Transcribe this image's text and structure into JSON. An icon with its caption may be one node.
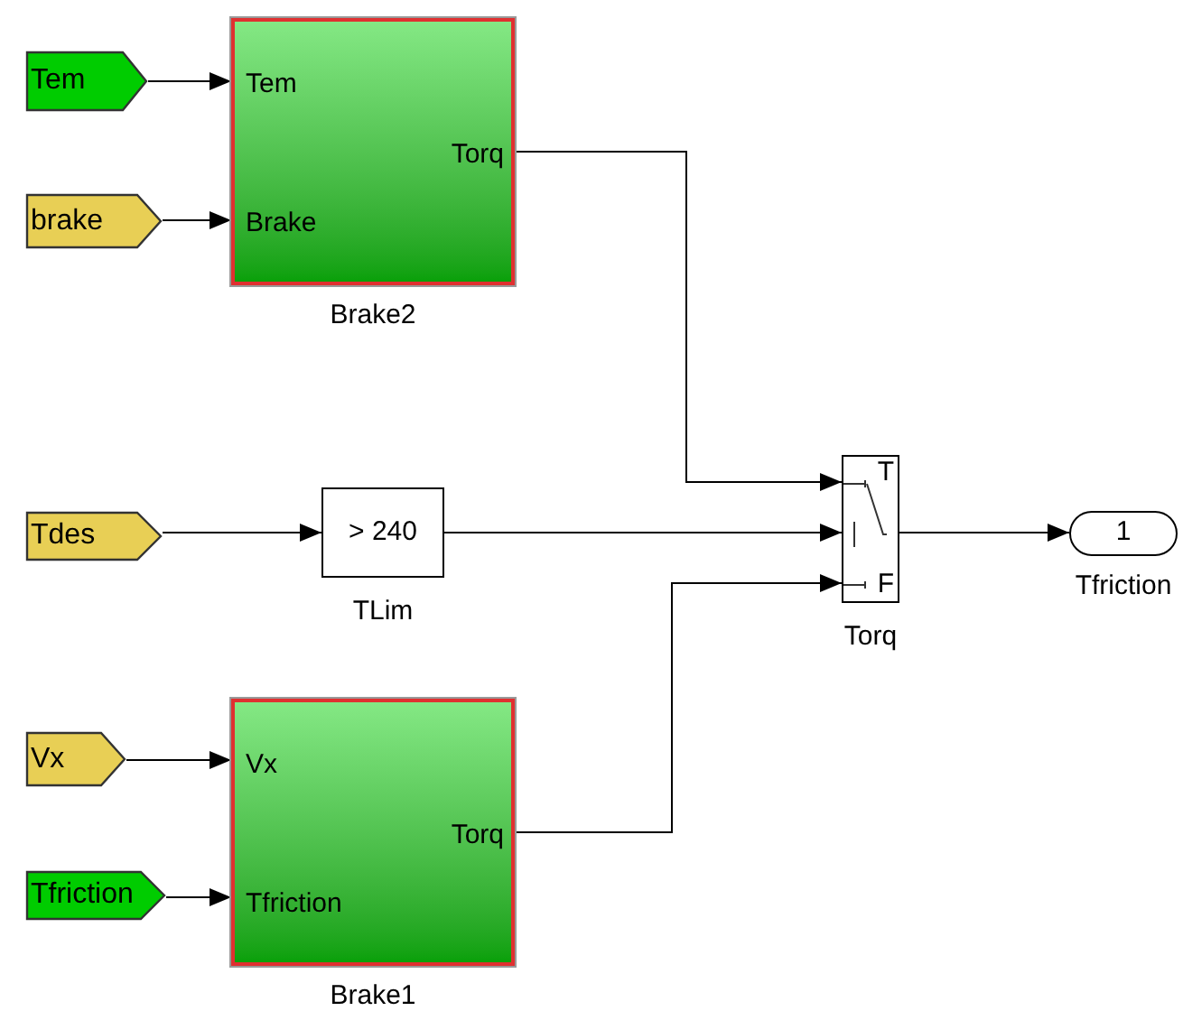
{
  "diagram": {
    "nodes": [
      {
        "text": [
          "Tem"
        ]
      },
      {
        "text": [
          "brake"
        ]
      },
      {
        "text": [
          "Tem",
          "Brake",
          "Torq"
        ],
        "beside": [
          "Brake2"
        ]
      },
      {
        "text": [
          "Tdes"
        ]
      },
      {
        "text": [
          "> 240"
        ],
        "beside": [
          "TLim"
        ]
      },
      {
        "text": [
          "T",
          "F"
        ],
        "beside": [
          "Torq"
        ]
      },
      {
        "text": [
          "1"
        ],
        "beside": [
          "Tfriction"
        ]
      },
      {
        "text": [
          "Vx"
        ]
      },
      {
        "text": [
          "Tfriction"
        ]
      },
      {
        "text": [
          "Vx",
          "Tfriction",
          "Torq"
        ],
        "beside": [
          "Brake1"
        ]
      }
    ],
    "edges": [
      {
        "from": 0,
        "to": 2,
        "arrow": "to"
      },
      {
        "from": 1,
        "to": 2,
        "arrow": "to"
      },
      {
        "from": 2,
        "to": 5,
        "arrow": "to"
      },
      {
        "from": 3,
        "to": 4,
        "arrow": "to"
      },
      {
        "from": 4,
        "to": 5,
        "arrow": "to"
      },
      {
        "from": 9,
        "to": 5,
        "arrow": "to"
      },
      {
        "from": 5,
        "to": 6,
        "arrow": "to"
      },
      {
        "from": 7,
        "to": 9,
        "arrow": "to"
      },
      {
        "from": 8,
        "to": 9,
        "arrow": "to"
      }
    ]
  }
}
